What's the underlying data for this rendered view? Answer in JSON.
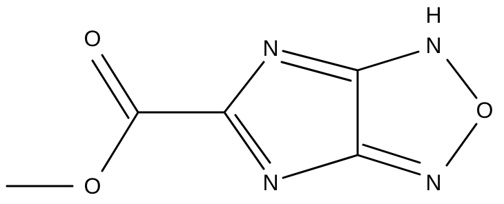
{
  "molecule": {
    "atoms": {
      "n_top": "N",
      "n_bottom": "N",
      "nh_h": "H",
      "nh_n": "N",
      "ring_o": "O",
      "n_oxadiazole": "N",
      "carbonyl_o": "O",
      "ester_o": "O"
    },
    "colors": {
      "bond": "#000000",
      "label": "#000000",
      "background": "#ffffff"
    }
  }
}
